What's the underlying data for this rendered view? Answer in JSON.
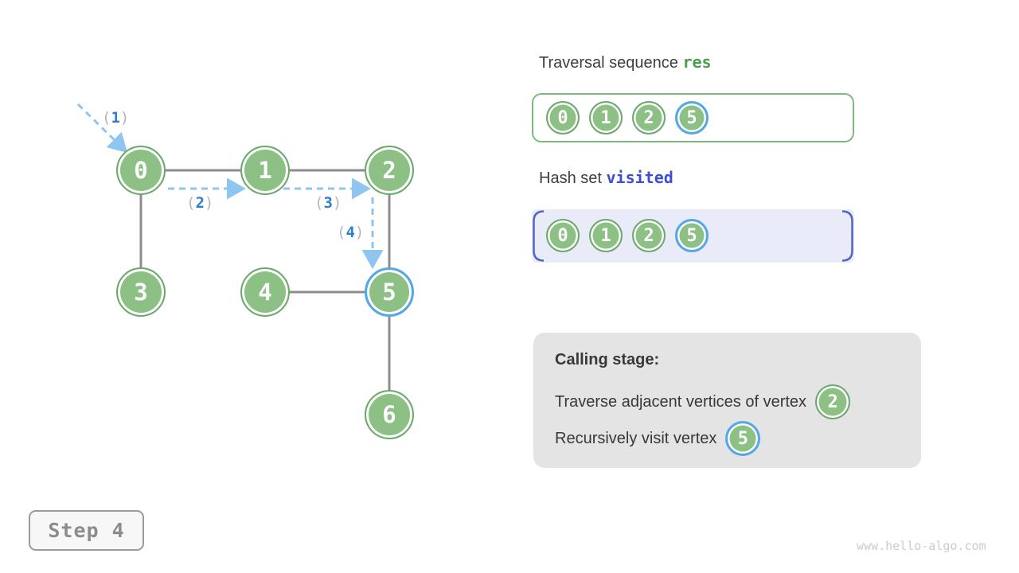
{
  "graph": {
    "nodes": [
      {
        "label": "0",
        "highlighted": false
      },
      {
        "label": "1",
        "highlighted": false
      },
      {
        "label": "2",
        "highlighted": false
      },
      {
        "label": "3",
        "highlighted": false
      },
      {
        "label": "4",
        "highlighted": false
      },
      {
        "label": "5",
        "highlighted": true
      },
      {
        "label": "6",
        "highlighted": false
      }
    ],
    "edges": [
      "0-1",
      "1-2",
      "0-3",
      "4-5",
      "2-5",
      "5-6"
    ],
    "arrow_labels": [
      {
        "open": "(",
        "num": "1",
        "close": ")"
      },
      {
        "open": "(",
        "num": "2",
        "close": ")"
      },
      {
        "open": "(",
        "num": "3",
        "close": ")"
      },
      {
        "open": "(",
        "num": "4",
        "close": ")"
      }
    ]
  },
  "panels": {
    "res": {
      "title_prefix": "Traversal sequence ",
      "title_code": "res",
      "items": [
        "0",
        "1",
        "2",
        "5"
      ],
      "highlighted_item": "5"
    },
    "visited": {
      "title_prefix": "Hash set ",
      "title_code": "visited",
      "items": [
        "0",
        "1",
        "2",
        "5"
      ],
      "highlighted_item": "5"
    },
    "calling": {
      "title": "Calling stage:",
      "line1": "Traverse adjacent vertices of vertex",
      "line1_vertex": "2",
      "line2": "Recursively visit vertex",
      "line2_vertex": "5"
    }
  },
  "footer": {
    "step_label": "Step 4",
    "watermark": "www.hello-algo.com"
  },
  "colors": {
    "node_fill": "#8CC084",
    "node_border": "#6CA96C",
    "highlight_ring": "#54A8E8",
    "edge_gray": "#8C8C8C",
    "dashed_arrow_blue": "#8FC6F0",
    "arrow_number_blue": "#2E7FD1",
    "res_border_green": "#7CBA7C",
    "code_green": "#4A9D4A",
    "code_indigo": "#3D4ED0",
    "visited_fill": "#E9ECF8",
    "visited_bracket": "#5363C5",
    "calling_fill": "#E4E4E4",
    "text_dark": "#3D3D3D",
    "watermark_gray": "#CCCCCC"
  }
}
